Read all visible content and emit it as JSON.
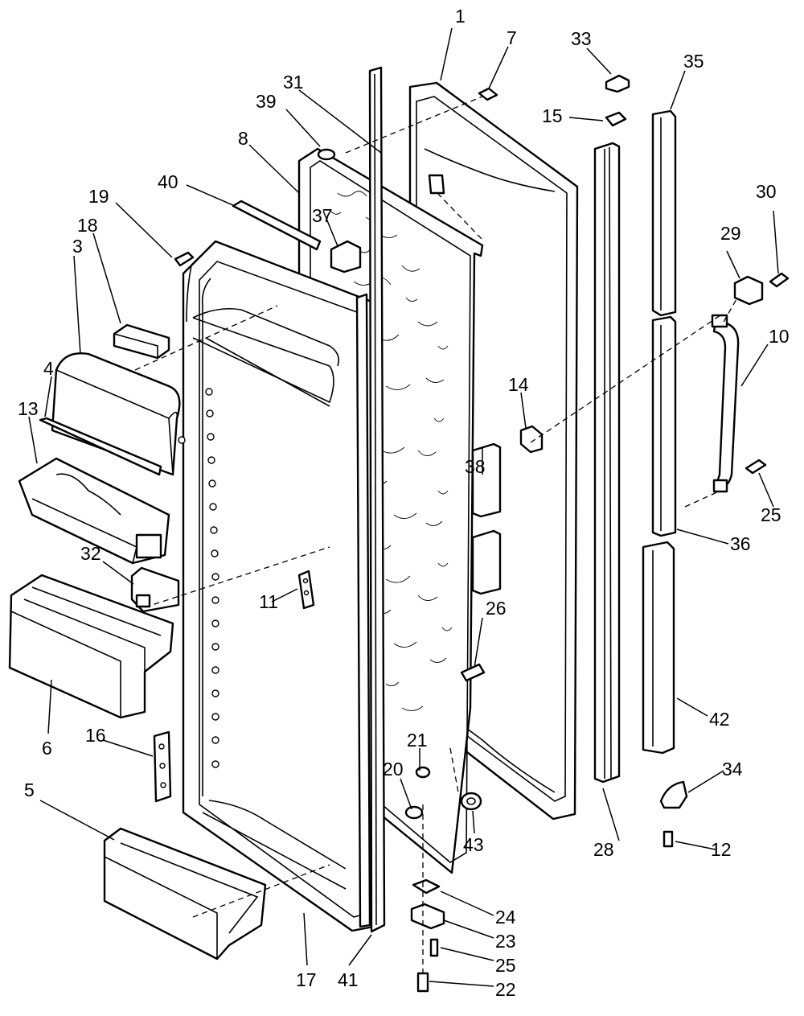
{
  "callouts": [
    {
      "id": "c1",
      "label": "1"
    },
    {
      "id": "c3",
      "label": "3"
    },
    {
      "id": "c4",
      "label": "4"
    },
    {
      "id": "c5",
      "label": "5"
    },
    {
      "id": "c6",
      "label": "6"
    },
    {
      "id": "c7",
      "label": "7"
    },
    {
      "id": "c8",
      "label": "8"
    },
    {
      "id": "c10",
      "label": "10"
    },
    {
      "id": "c11",
      "label": "11"
    },
    {
      "id": "c12",
      "label": "12"
    },
    {
      "id": "c13",
      "label": "13"
    },
    {
      "id": "c14",
      "label": "14"
    },
    {
      "id": "c15",
      "label": "15"
    },
    {
      "id": "c16",
      "label": "16"
    },
    {
      "id": "c17",
      "label": "17"
    },
    {
      "id": "c18",
      "label": "18"
    },
    {
      "id": "c19",
      "label": "19"
    },
    {
      "id": "c20",
      "label": "20"
    },
    {
      "id": "c21",
      "label": "21"
    },
    {
      "id": "c22",
      "label": "22"
    },
    {
      "id": "c23",
      "label": "23"
    },
    {
      "id": "c24",
      "label": "24"
    },
    {
      "id": "c25a",
      "label": "25"
    },
    {
      "id": "c25b",
      "label": "25"
    },
    {
      "id": "c26",
      "label": "26"
    },
    {
      "id": "c28",
      "label": "28"
    },
    {
      "id": "c29",
      "label": "29"
    },
    {
      "id": "c30",
      "label": "30"
    },
    {
      "id": "c31",
      "label": "31"
    },
    {
      "id": "c32",
      "label": "32"
    },
    {
      "id": "c33",
      "label": "33"
    },
    {
      "id": "c34",
      "label": "34"
    },
    {
      "id": "c35",
      "label": "35"
    },
    {
      "id": "c36",
      "label": "36"
    },
    {
      "id": "c37",
      "label": "37"
    },
    {
      "id": "c38",
      "label": "38"
    },
    {
      "id": "c39",
      "label": "39"
    },
    {
      "id": "c40",
      "label": "40"
    },
    {
      "id": "c41",
      "label": "41"
    },
    {
      "id": "c42",
      "label": "42"
    },
    {
      "id": "c43",
      "label": "43"
    }
  ]
}
